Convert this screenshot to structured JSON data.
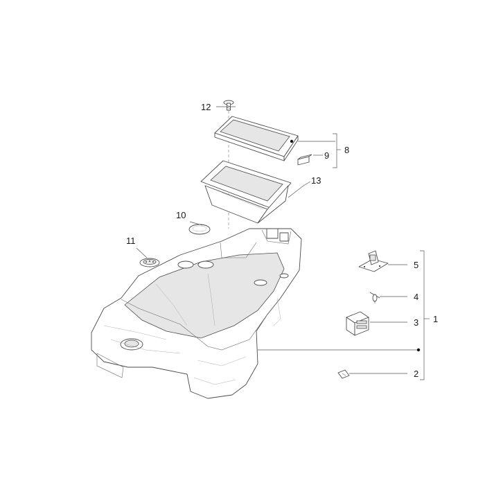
{
  "callouts": {
    "c1": "1",
    "c2": "2",
    "c3": "3",
    "c4": "4",
    "c5": "5",
    "c8": "8",
    "c9": "9",
    "c10": "10",
    "c11": "11",
    "c12": "12",
    "c13": "13"
  }
}
